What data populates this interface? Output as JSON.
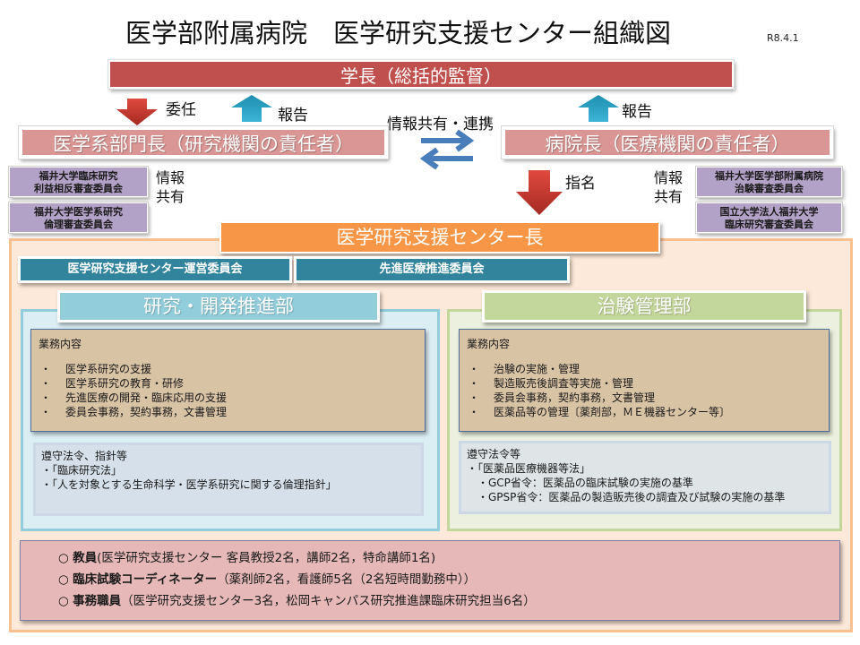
{
  "header": {
    "title": "医学部附属病院　医学研究支援センター組織図",
    "date": "R8.4.1"
  },
  "president": {
    "label": "学長（総括的監督）"
  },
  "arrows": {
    "delegate": "委任",
    "report_left": "報告",
    "report_right": "報告",
    "info_share_link": "情報共有・連携",
    "appoint": "指名",
    "info_share_left": [
      "情報",
      "共有"
    ],
    "info_share_right": [
      "情報",
      "共有"
    ]
  },
  "chiefs": {
    "medical_faculty": "医学系部門長（研究機関の責任者）",
    "hospital": "病院長（医療機関の責任者）"
  },
  "committees_left": [
    {
      "line1": "福井大学臨床研究",
      "line2": "利益相反審査委員会"
    },
    {
      "line1": "福井大学医学系研究",
      "line2": "倫理審査委員会"
    }
  ],
  "committees_right": [
    {
      "line1": "福井大学医学部附属病院",
      "line2": "治験審査委員会"
    },
    {
      "line1": "国立大学法人福井大学",
      "line2": "臨床研究審査委員会"
    }
  ],
  "center": {
    "director": "医学研究支援センター長",
    "committees": [
      "医学研究支援センター運営委員会",
      "先進医療推進委員会"
    ]
  },
  "departments": [
    {
      "title": "研究・開発推進部",
      "duty_title": "業務内容",
      "duties": [
        "医学系研究の支援",
        "医学系研究の教育・研修",
        "先進医療の開発・臨床応用の支援",
        "委員会事務，契約事務，文書管理"
      ],
      "law_title": "遵守法令、指針等",
      "laws": [
        "・「臨床研究法」",
        "・「人を対象とする生命科学・医学系研究に関する倫理指針」"
      ]
    },
    {
      "title": "治験管理部",
      "duty_title": "業務内容",
      "duties": [
        "治験の実施・管理",
        "製造販売後調査等実施・管理",
        "委員会事務，契約事務，文書管理",
        "医薬品等の管理〔薬剤部，ＭＥ機器センター等〕"
      ],
      "law_title": "遵守法令等",
      "laws": [
        "・「医薬品医療機器等法」",
        "　・GCP省令：医薬品の臨床試験の実施の基準",
        "　・GPSP省令：医薬品の製造販売後の調査及び試験の実施の基準"
      ]
    }
  ],
  "bullet": "・",
  "staff": [
    {
      "mark": "○ ",
      "bold": "教員",
      "detail": "(医学研究支援センター 客員教授2名，講師2名，特命講師1名)"
    },
    {
      "mark": "○ ",
      "bold": "臨床試験コーディネーター",
      "detail": "（薬剤師2名，看護師5名（2名短時間勤務中））"
    },
    {
      "mark": "○ ",
      "bold": "事務職員",
      "detail": "（医学研究支援センター3名，松岡キャンパス研究推進課臨床研究担当6名）"
    }
  ],
  "colors": {
    "president": "#c0504d",
    "chief": "#d99694",
    "committee": "#b3a2c7",
    "director": "#f79646",
    "teal": "#31849b",
    "outer": "#fde9d9",
    "dept_left": "#92cddc",
    "dept_right": "#c3d69b",
    "staff": "#e6b9b8",
    "arrow_red": "#c0392b",
    "arrow_teal": "#2fa6c8",
    "arrow_blue": "#4a7ebb"
  }
}
